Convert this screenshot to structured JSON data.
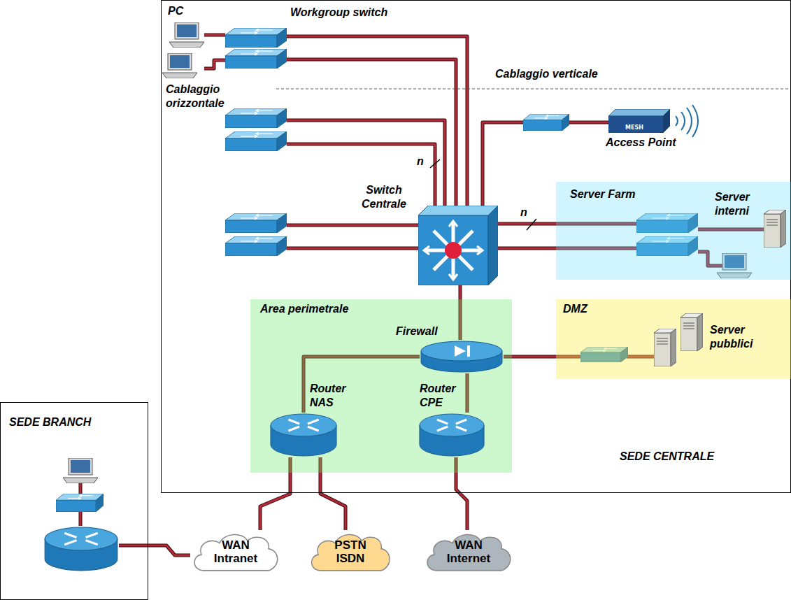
{
  "diagram": {
    "nodes": [
      {
        "text": [
          "SEDE CENTRALE"
        ]
      },
      {
        "text": [
          "Area perimetrale"
        ],
        "in": 0
      },
      {
        "text": [
          "Server Farm"
        ],
        "in": 0
      },
      {
        "text": [
          "DMZ"
        ],
        "in": 0
      },
      {
        "text": [
          "PC"
        ],
        "in": 0
      },
      {
        "text": [
          "Workgroup switch"
        ],
        "in": 0
      },
      {
        "text": [
          "MESH",
          "Access Point"
        ],
        "in": 0
      },
      {
        "text": [
          "Switch Centrale"
        ],
        "in": 0
      },
      {
        "text": [
          "Server interni"
        ],
        "in": 2
      },
      {
        "text": [
          "Firewall"
        ],
        "in": 1
      },
      {
        "text": [
          "Server pubblici"
        ],
        "in": 3
      },
      {
        "text": [
          "Router NAS"
        ],
        "in": 1
      },
      {
        "text": [
          "Router CPE"
        ],
        "in": 1
      },
      {
        "text": [
          "SEDE BRANCH"
        ]
      },
      {
        "text": [
          "WAN Intranet"
        ]
      },
      {
        "text": [
          "PSTN ISDN"
        ]
      },
      {
        "text": [
          "WAN Internet"
        ]
      }
    ],
    "edges": [
      {
        "from": 4,
        "to": 5,
        "arrow": "none"
      },
      {
        "from": 5,
        "to": 7,
        "arrow": "none"
      },
      {
        "from": 7,
        "to": 6,
        "arrow": "none"
      },
      {
        "from": 7,
        "to": 2,
        "arrow": "none"
      },
      {
        "from": 7,
        "to": 9,
        "arrow": "none"
      },
      {
        "from": 9,
        "to": 3,
        "arrow": "none"
      },
      {
        "from": 9,
        "to": 11,
        "arrow": "none"
      },
      {
        "from": 9,
        "to": 12,
        "arrow": "none"
      },
      {
        "from": 11,
        "to": 14,
        "arrow": "none"
      },
      {
        "from": 11,
        "to": 15,
        "arrow": "none"
      },
      {
        "from": 12,
        "to": 16,
        "arrow": "none"
      },
      {
        "from": 13,
        "to": 14,
        "arrow": "none"
      }
    ],
    "labels": [
      "Cablaggio verticale",
      "Cablaggio orizzontale",
      "n",
      "n"
    ]
  }
}
